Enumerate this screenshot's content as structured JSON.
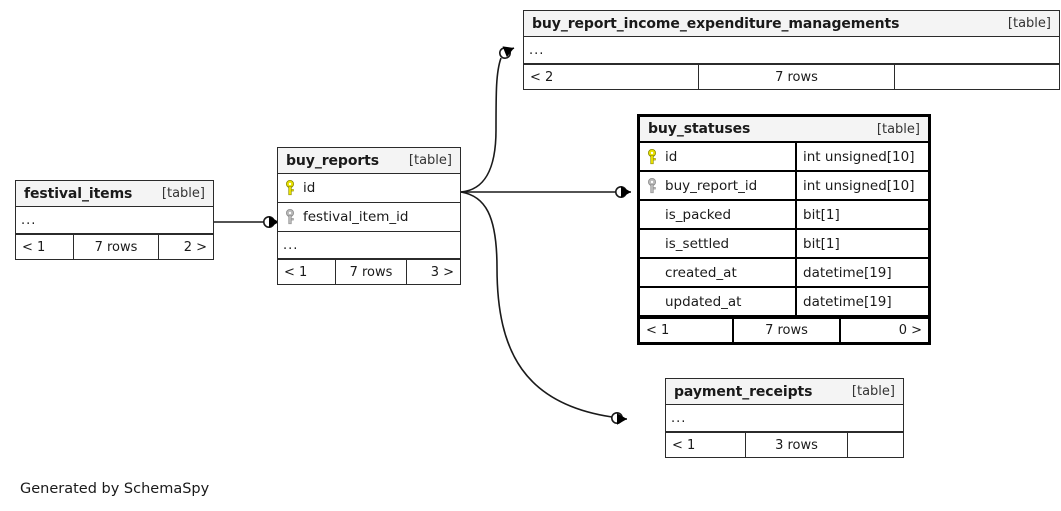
{
  "diagram": {
    "generator_note": "Generated by SchemaSpy",
    "table_tag": "[table]",
    "ellipsis": "...",
    "colors": {
      "primary_key": "#e8e000",
      "foreign_key": "#b0b0b0",
      "header_bg": "#f4f4f4",
      "border": "#2b2b2b",
      "highlight_border": "#000000",
      "background": "#ffffff"
    }
  },
  "tables": [
    {
      "id": "buy_report_income_expenditure_managements",
      "name": "buy_report_income_expenditure_managements",
      "tag": "[table]",
      "highlighted": false,
      "has_ellipsis_row": true,
      "ellipsis": "...",
      "columns": [],
      "footer": {
        "left": "< 2",
        "center": "7 rows",
        "right": ""
      }
    },
    {
      "id": "buy_statuses",
      "name": "buy_statuses",
      "tag": "[table]",
      "highlighted": true,
      "has_ellipsis_row": false,
      "columns": [
        {
          "key": "primary",
          "name": "id",
          "type": "int unsigned[10]"
        },
        {
          "key": "foreign",
          "name": "buy_report_id",
          "type": "int unsigned[10]"
        },
        {
          "key": "none",
          "name": "is_packed",
          "type": "bit[1]"
        },
        {
          "key": "none",
          "name": "is_settled",
          "type": "bit[1]"
        },
        {
          "key": "none",
          "name": "created_at",
          "type": "datetime[19]"
        },
        {
          "key": "none",
          "name": "updated_at",
          "type": "datetime[19]"
        }
      ],
      "footer": {
        "left": "< 1",
        "center": "7 rows",
        "right": "0 >"
      }
    },
    {
      "id": "buy_reports",
      "name": "buy_reports",
      "tag": "[table]",
      "highlighted": false,
      "has_ellipsis_row": true,
      "ellipsis": "...",
      "columns": [
        {
          "key": "primary",
          "name": "id",
          "type": ""
        },
        {
          "key": "foreign",
          "name": "festival_item_id",
          "type": ""
        }
      ],
      "footer": {
        "left": "< 1",
        "center": "7 rows",
        "right": "3 >"
      }
    },
    {
      "id": "festival_items",
      "name": "festival_items",
      "tag": "[table]",
      "highlighted": false,
      "has_ellipsis_row": true,
      "ellipsis": "...",
      "columns": [],
      "footer": {
        "left": "< 1",
        "center": "7 rows",
        "right": "2 >"
      }
    },
    {
      "id": "payment_receipts",
      "name": "payment_receipts",
      "tag": "[table]",
      "highlighted": false,
      "has_ellipsis_row": true,
      "ellipsis": "...",
      "columns": [],
      "footer": {
        "left": "< 1",
        "center": "3 rows",
        "right": ""
      }
    }
  ],
  "relationships": [
    {
      "from": "buy_reports",
      "to": "buy_report_income_expenditure_managements",
      "notation": "crows-foot"
    },
    {
      "from": "buy_reports",
      "to": "buy_statuses",
      "notation": "crows-foot"
    },
    {
      "from": "buy_reports",
      "to": "payment_receipts",
      "notation": "crows-foot"
    },
    {
      "from": "festival_items",
      "to": "buy_reports",
      "notation": "crows-foot"
    }
  ]
}
